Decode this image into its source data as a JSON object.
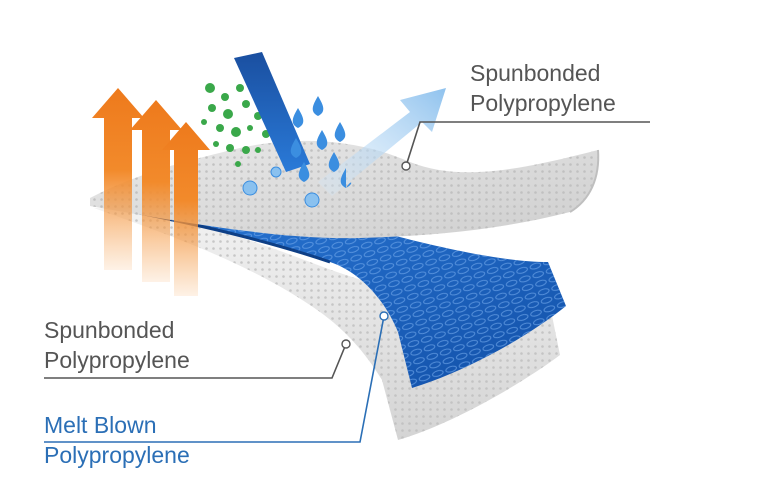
{
  "labels": {
    "top_outer": {
      "line1": "Spunbonded",
      "line2": "Polypropylene"
    },
    "bottom_outer": {
      "line1": "Spunbonded",
      "line2": "Polypropylene"
    },
    "middle": {
      "line1": "Melt Blown",
      "line2": "Polypropylene"
    }
  },
  "colors": {
    "label_text": "#555555",
    "melt_blown_label": "#2b6fb6",
    "melt_blown_layer": "#1f66c8",
    "spunbond_layer": "#e6e6e6",
    "heat_arrows": "#f08a2a",
    "droplets": "#3b8ee0",
    "particles": "#3aa84a",
    "blocked_strip": "#1d5fb8",
    "vapor_arrow": "#a9d0f2",
    "leader_line": "#555555"
  },
  "icons": {
    "heat": "up-arrow-icon",
    "water": "water-drop-icon",
    "particles": "particle-dots-icon",
    "airflow": "airflow-arrow-icon"
  }
}
